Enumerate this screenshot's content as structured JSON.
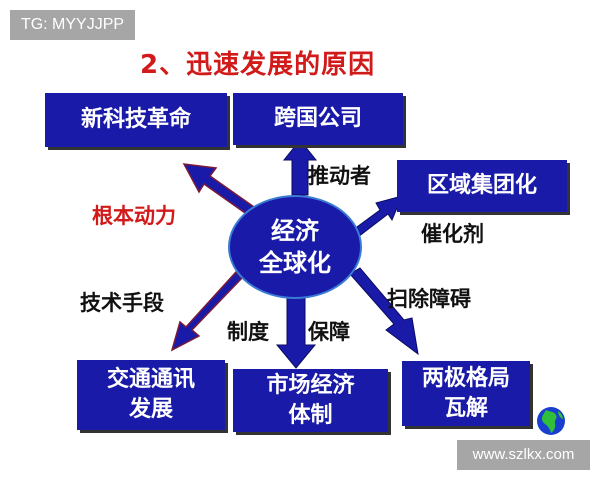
{
  "tag": "TG: MYYJJPP",
  "watermark": "www.szlkx.com",
  "title": "2、迅速发展的原因",
  "center": {
    "line1": "经济",
    "line2": "全球化"
  },
  "boxes": {
    "tech_revolution": "新科技革命",
    "multinational": "跨国公司",
    "regional": "区域集团化",
    "transport_line1": "交通通讯",
    "transport_line2": "发展",
    "market_line1": "市场经济",
    "market_line2": "体制",
    "bipolar_line1": "两极格局",
    "bipolar_line2": "瓦解"
  },
  "labels": {
    "fundamental_force": "根本动力",
    "promoter": "推动者",
    "catalyst": "催化剂",
    "tech_means": "技术手段",
    "institution": "制度",
    "guarantee": "保障",
    "clear_obstacles": "扫除障碍"
  },
  "colors": {
    "box": "#1a1aa8",
    "title": "#d11a1a",
    "accent_red": "#d11a1a"
  }
}
